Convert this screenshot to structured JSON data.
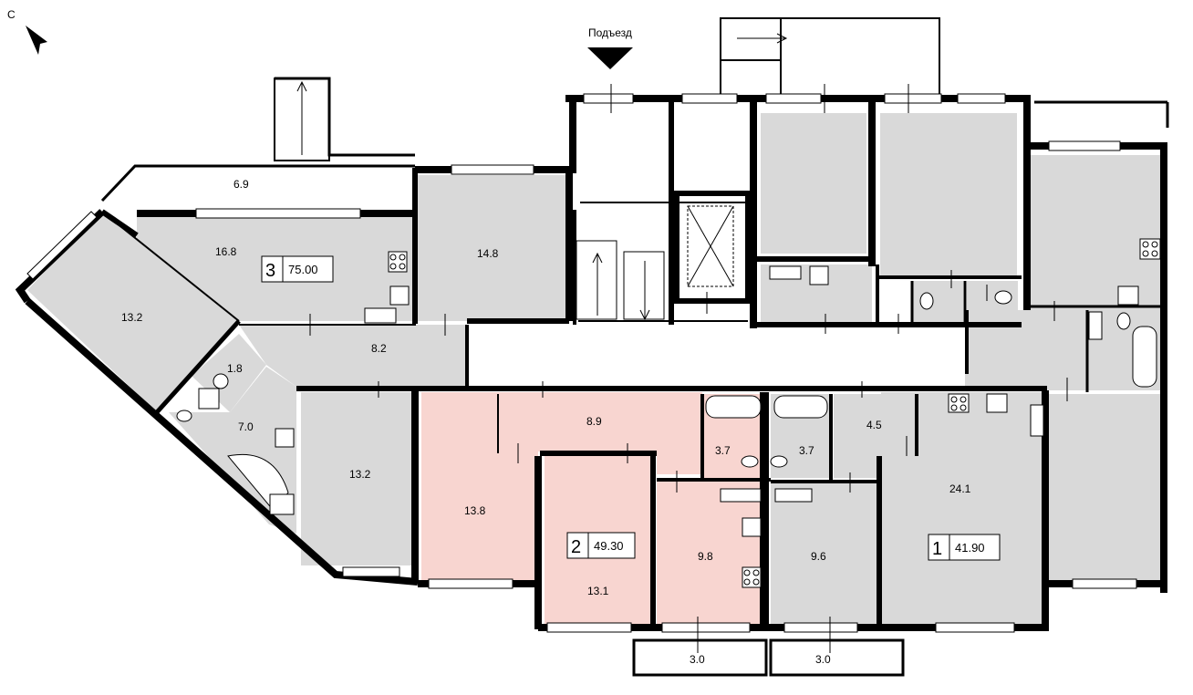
{
  "compass": {
    "label": "С",
    "icon": "north-arrow-icon"
  },
  "entrance": {
    "label": "Подъезд",
    "icon": "entrance-marker-icon"
  },
  "apartments": [
    {
      "number": "3",
      "area": "75.00",
      "color": "#d9d9d9"
    },
    {
      "number": "2",
      "area": "49.30",
      "color": "#f8d5d0"
    },
    {
      "number": "1",
      "area": "41.90",
      "color": "#d9d9d9"
    }
  ],
  "rooms": {
    "a3_balcony": "6.9",
    "a3_living": "16.8",
    "a3_room_north": "14.8",
    "a3_room_west": "13.2",
    "a3_hall": "8.2",
    "a3_wc": "1.8",
    "a3_bath": "7.0",
    "a3_room_south": "13.2",
    "a2_hall": "8.9",
    "a2_room_west": "13.8",
    "a2_room": "13.1",
    "a2_kitchen": "9.8",
    "a2_bath": "3.7",
    "a1_bath": "3.7",
    "a1_hall": "4.5",
    "a1_room": "9.6",
    "a1_living": "24.1",
    "balcony_a2": "3.0",
    "balcony_a1": "3.0"
  },
  "colors": {
    "wall": "#000000",
    "grey_room": "#d9d9d9",
    "selected": "#f8d5d0",
    "window": "#ffffff"
  }
}
